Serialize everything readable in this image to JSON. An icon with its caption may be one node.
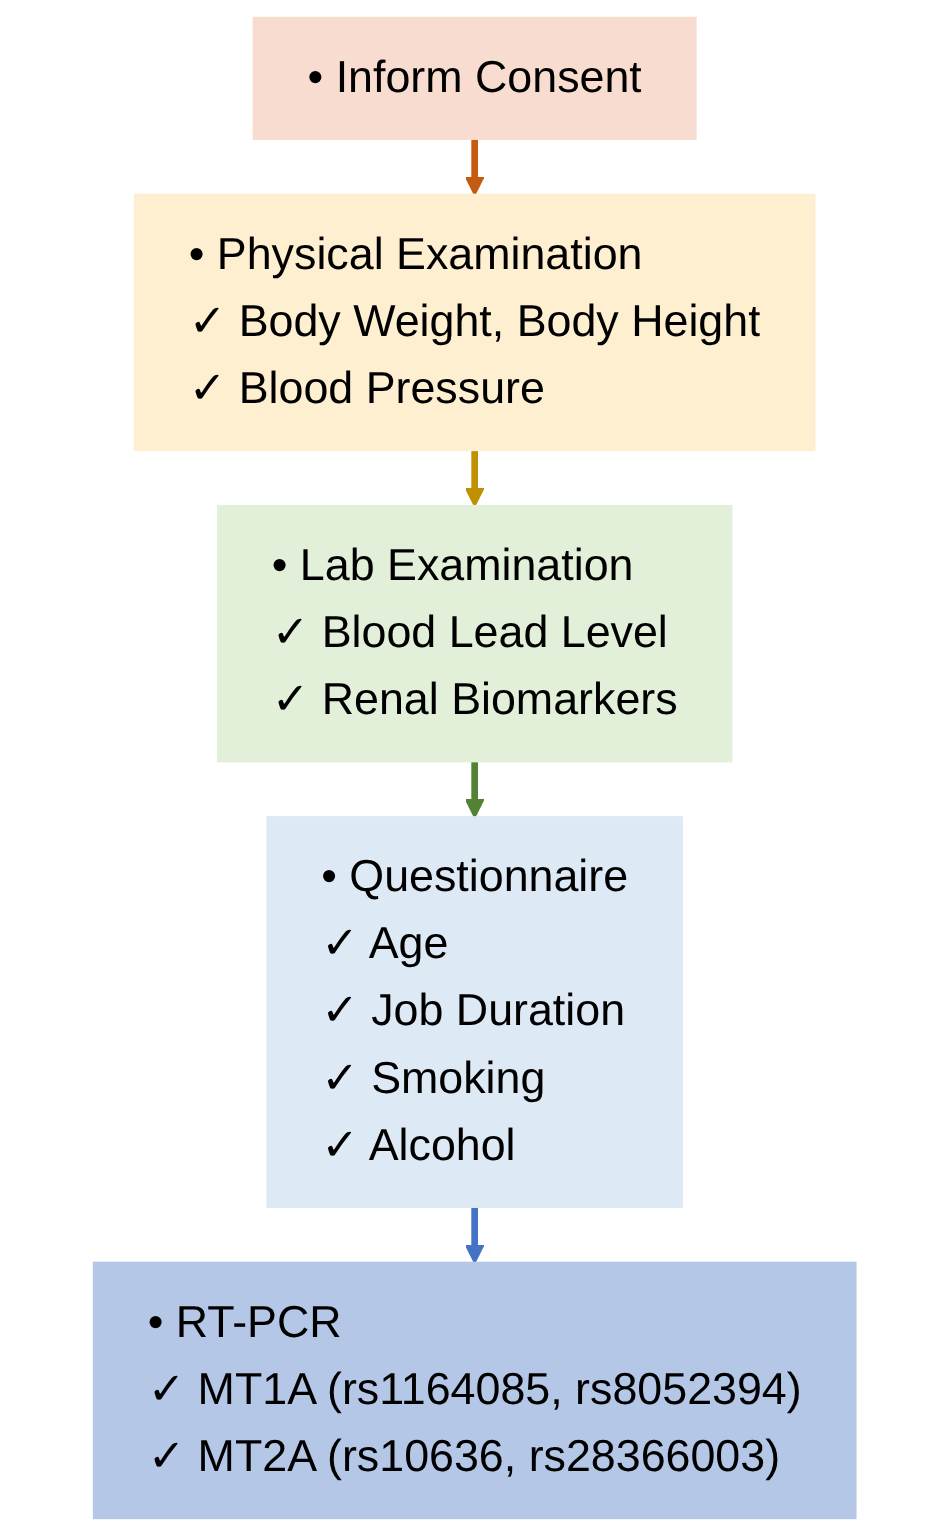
{
  "diagram": {
    "nodes": [
      {
        "text": [
          "• Inform Consent"
        ]
      },
      {
        "text": [
          "• Physical Examination",
          "✓ Body Weight, Body Height",
          "✓ Blood Pressure"
        ]
      },
      {
        "text": [
          "• Lab Examination",
          "✓ Blood Lead Level",
          "✓ Renal Biomarkers"
        ]
      },
      {
        "text": [
          "• Questionnaire",
          "✓ Age",
          "✓ Job Duration",
          "✓ Smoking",
          "✓ Alcohol"
        ]
      },
      {
        "text": [
          "• RT-PCR",
          "✓ MT1A (rs1164085, rs8052394)",
          "✓ MT2A (rs10636, rs28366003)"
        ]
      }
    ],
    "edges": [
      {
        "from": 0,
        "to": 1,
        "arrow": "to",
        "color": "#c55a11"
      },
      {
        "from": 1,
        "to": 2,
        "arrow": "to",
        "color": "#bf9000"
      },
      {
        "from": 2,
        "to": 3,
        "arrow": "to",
        "color": "#548235"
      },
      {
        "from": 3,
        "to": 4,
        "arrow": "to",
        "color": "#4472c4"
      }
    ]
  }
}
